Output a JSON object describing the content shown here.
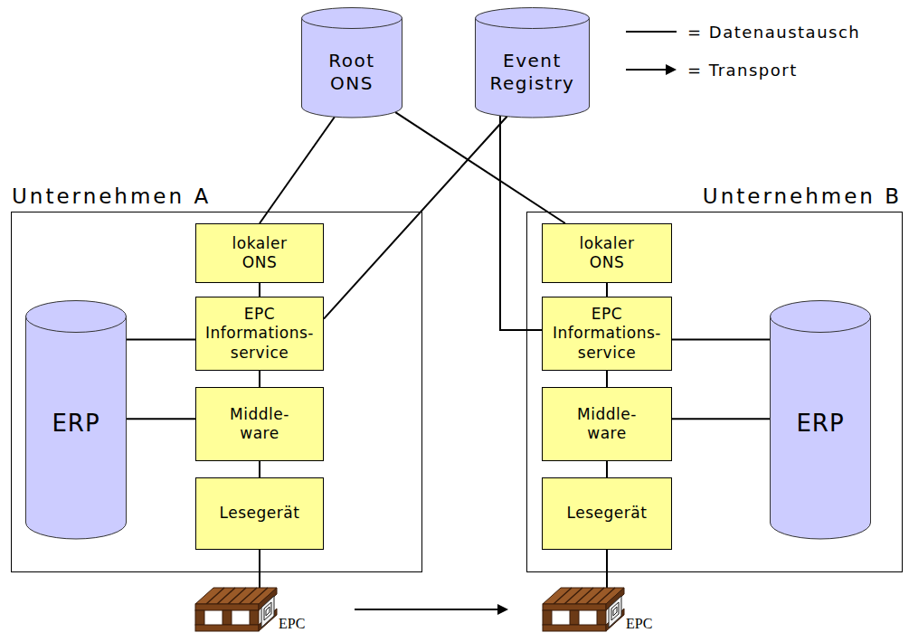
{
  "diagram": {
    "nodes": [
      {
        "text": [
          "Root ONS"
        ]
      },
      {
        "text": [
          "Event Registry"
        ]
      },
      {
        "text": [
          "Unternehmen A"
        ]
      },
      {
        "text": [
          "lokaler ONS"
        ],
        "in": 2
      },
      {
        "text": [
          "EPC Informations- service"
        ],
        "in": 2
      },
      {
        "text": [
          "Middle- ware"
        ],
        "in": 2
      },
      {
        "text": [
          "Lesegerät"
        ],
        "in": 2
      },
      {
        "text": [
          "ERP"
        ],
        "in": 2
      },
      {
        "text": [
          "Unternehmen B"
        ]
      },
      {
        "text": [
          "lokaler ONS"
        ],
        "in": 8
      },
      {
        "text": [
          "EPC Informations- service"
        ],
        "in": 8
      },
      {
        "text": [
          "Middle- ware"
        ],
        "in": 8
      },
      {
        "text": [
          "Lesegerät"
        ],
        "in": 8
      },
      {
        "text": [
          "ERP"
        ],
        "in": 8
      }
    ],
    "edges": [
      {
        "from": 0,
        "to": 3,
        "arrow": "none"
      },
      {
        "from": 0,
        "to": 9,
        "arrow": "none"
      },
      {
        "from": 1,
        "to": 4,
        "arrow": "none"
      },
      {
        "from": 1,
        "to": 10,
        "arrow": "none"
      },
      {
        "from": 3,
        "to": 4,
        "arrow": "none"
      },
      {
        "from": 4,
        "to": 5,
        "arrow": "none"
      },
      {
        "from": 5,
        "to": 6,
        "arrow": "none"
      },
      {
        "from": 7,
        "to": 4,
        "arrow": "none"
      },
      {
        "from": 7,
        "to": 5,
        "arrow": "none"
      },
      {
        "from": 9,
        "to": 10,
        "arrow": "none"
      },
      {
        "from": 10,
        "to": 11,
        "arrow": "none"
      },
      {
        "from": 11,
        "to": 12,
        "arrow": "none"
      },
      {
        "from": 10,
        "to": 13,
        "arrow": "none"
      },
      {
        "from": 11,
        "to": 13,
        "arrow": "none"
      }
    ],
    "labels": [
      "EPC",
      "EPC"
    ],
    "legend": [
      {
        "text": "= Datenaustausch"
      },
      {
        "text": "= Transport"
      }
    ]
  }
}
